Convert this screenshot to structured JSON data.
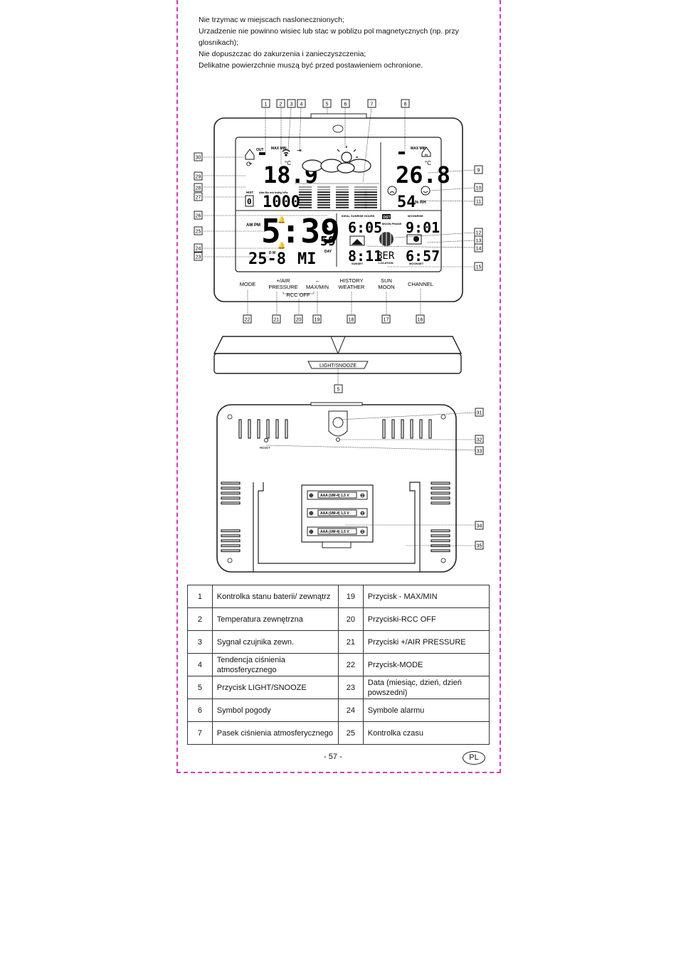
{
  "intro_lines": [
    "Nie trzymac w miejscach naslonecznionych;",
    "Urzadzenie nie powinno wisiec lub stac w poblizu pol magnetycznych (np. przy glosnikach);",
    "Nie dopuszczac do zakurzenia i zanieczyszczenia;",
    "Delikatne powierzchnie muszą być przed postawieniem ochronione."
  ],
  "diagram": {
    "top_callouts": [
      "1",
      "2",
      "3",
      "4",
      "5",
      "6",
      "7",
      "8"
    ],
    "right_callouts": [
      "9",
      "10",
      "11",
      "12",
      "13",
      "14",
      "15"
    ],
    "left_callouts": [
      "30",
      "29",
      "28",
      "27",
      "26",
      "25",
      "24",
      "23"
    ],
    "bottom_callouts": [
      "22",
      "21",
      "20",
      "19",
      "18",
      "17",
      "16"
    ],
    "buttons": [
      "MODE",
      "+/AIR PRESSURE",
      "RCC OFF",
      "-\nMAX/MIN",
      "HISTORY WEATHER",
      "SUN MOON",
      "CHANNEL"
    ],
    "lcd": {
      "out_label": "OUT",
      "in_label": "IN",
      "max_min": "MAX MIN",
      "outdoor_temp": "18.9",
      "unit_c": "°C",
      "indoor_temp": "26.8",
      "humidity": "54",
      "humidity_unit": "% RH",
      "pressure_unit_label": "Alta Ra mb bsHg hPa",
      "pressure": "1000",
      "hist": "HIST",
      "hist_value": "0",
      "ampm": "AM PM",
      "time": "5:39",
      "seconds": "59",
      "date": "25-8",
      "date_md": "D M",
      "weekday": "MI",
      "day_label": "DAY",
      "sunrise_label": "IDEAL SUNRISE HOURS",
      "sunrise": "6:05",
      "dst": "DST",
      "moon_phase_label": "MOON PHASE",
      "moonrise_label": "MOONRISE",
      "moonrise": "9:01",
      "sunset_label": "SUNSET",
      "sunset": "8:11",
      "location": "BER",
      "location_label": "LOCATION",
      "moonset_label": "MOONSET",
      "moonset": "6:57"
    },
    "side_label": "LIGHT/SNOOZE",
    "side_callout": "5",
    "back_callouts": [
      "31",
      "32",
      "33",
      "34",
      "35"
    ],
    "reset_label": "RESET",
    "battery_label": "AAA (UM-4) 1.5 V"
  },
  "parts_table": [
    {
      "n1": "1",
      "t1": "Kontrolka stanu baterii/ zewnątrz",
      "n2": "19",
      "t2": "Przycisk - MAX/MIN"
    },
    {
      "n1": "2",
      "t1": "Temperatura zewnętrzna",
      "n2": "20",
      "t2": "Przyciski-RCC OFF"
    },
    {
      "n1": "3",
      "t1": "Sygnał czujnika zewn.",
      "n2": "21",
      "t2": "Przyciski +/AIR PRESSURE"
    },
    {
      "n1": "4",
      "t1": "Tendencja ciśnienia atmosferycznego",
      "n2": "22",
      "t2": "Przycisk-MODE"
    },
    {
      "n1": "5",
      "t1": "Przycisk LIGHT/SNOOZE",
      "n2": "23",
      "t2": "Data (miesiąc, dzień, dzień powszedni)"
    },
    {
      "n1": "6",
      "t1": "Symbol pogody",
      "n2": "24",
      "t2": "Symbole alarmu"
    },
    {
      "n1": "7",
      "t1": "Pasek ciśnienia atmosferycznego",
      "n2": "25",
      "t2": "Kontrolka czasu"
    }
  ],
  "footer": {
    "page": "- 57 -",
    "lang": "PL"
  }
}
